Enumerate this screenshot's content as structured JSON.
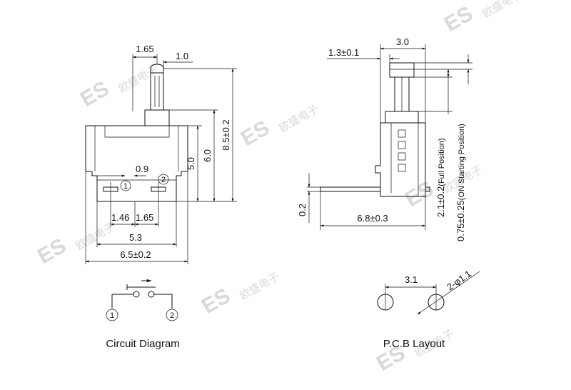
{
  "watermark": {
    "brand": "ES",
    "chars": "欧盛电子"
  },
  "front_view": {
    "dims": {
      "top_width": "1.65",
      "top_right": "1.0",
      "h_inner": "5.0",
      "h_mid": "6.0",
      "h_total": "8.5±0.2",
      "pin_gap": "0.9",
      "pin_left": "1.46",
      "pin_right": "1.65",
      "span": "5.3",
      "width": "6.5±0.2"
    },
    "pins": [
      "1",
      "2"
    ]
  },
  "side_view": {
    "dims": {
      "top_left": "1.3±0.1",
      "top_width": "3.0",
      "thickness": "0.2",
      "length": "6.8±0.3",
      "full_position": "2.1±0.2",
      "full_position_note": "(Full Position)",
      "on_position": "0.75±0.25",
      "on_position_note": "(ON Starting Position)"
    }
  },
  "circuit": {
    "caption": "Circuit Diagram",
    "pins": [
      "1",
      "2"
    ]
  },
  "pcb": {
    "caption": "P.C.B Layout",
    "spacing": "3.1",
    "hole": "2-φ1.1"
  }
}
